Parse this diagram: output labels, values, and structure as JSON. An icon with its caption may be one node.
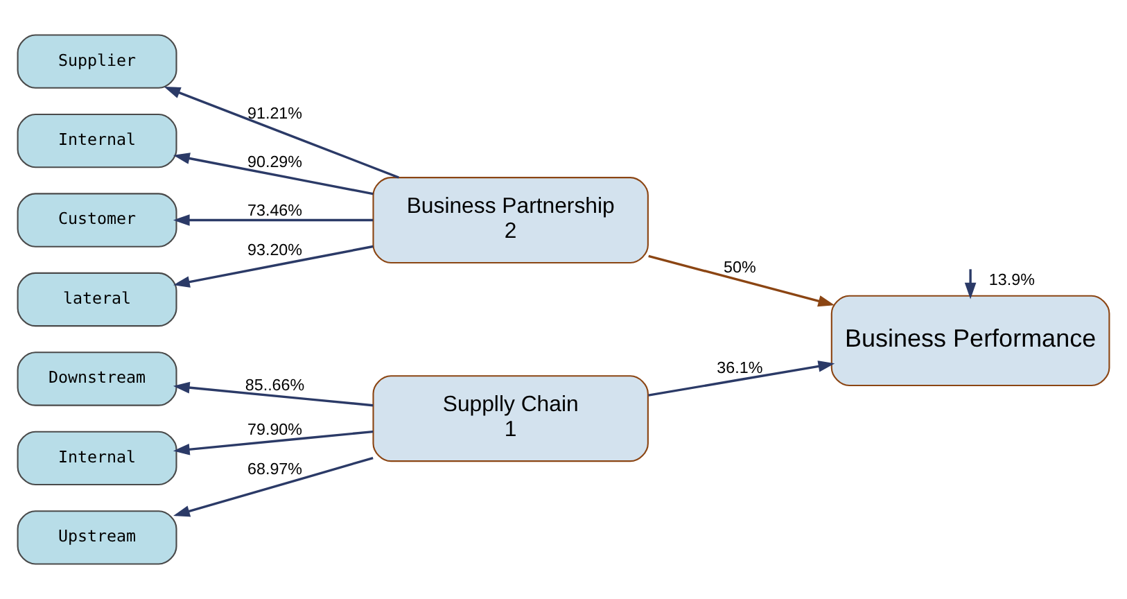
{
  "diagram": {
    "nodes": [
      {
        "text": [
          "Downstream"
        ]
      },
      {
        "text": [
          "Internal"
        ]
      },
      {
        "text": [
          "Upstream"
        ]
      },
      {
        "text": [
          "Supplly Chain",
          "1"
        ]
      },
      {
        "text": [
          "Business Performance"
        ]
      },
      {
        "text": [
          "lateral"
        ]
      },
      {
        "text": [
          "Supplier"
        ]
      },
      {
        "text": [
          "Internal"
        ]
      },
      {
        "text": [
          "Customer"
        ]
      },
      {
        "text": [
          "Business Partnership",
          "2"
        ]
      }
    ],
    "edges": [
      {
        "from": 3,
        "to": 0,
        "arrow": "to",
        "label": "85..66%"
      },
      {
        "from": 3,
        "to": 1,
        "arrow": "to",
        "label": "79.90%"
      },
      {
        "from": 3,
        "to": 2,
        "arrow": "to",
        "label": "68.97%"
      },
      {
        "from": 3,
        "to": 4,
        "arrow": "to",
        "label": "36.1%"
      },
      {
        "from": 9,
        "to": 4,
        "arrow": "to",
        "label": "50%",
        "color": "#8b4513"
      },
      {
        "from": null,
        "to": 4,
        "arrow": "to",
        "label": "13.9%"
      },
      {
        "from": 9,
        "to": 5,
        "arrow": "to",
        "label": "93.20%"
      },
      {
        "from": 9,
        "to": 6,
        "arrow": "to",
        "label": "91.21%"
      },
      {
        "from": 9,
        "to": 7,
        "arrow": "to",
        "label": "90.29%"
      },
      {
        "from": 9,
        "to": 8,
        "arrow": "to",
        "label": "73.46%"
      }
    ]
  }
}
